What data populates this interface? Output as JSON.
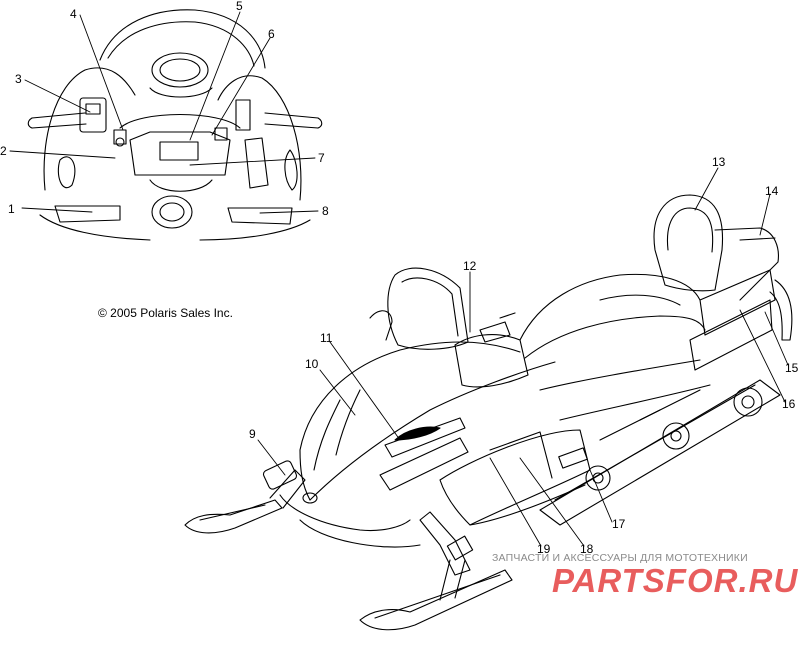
{
  "callouts": [
    "1",
    "2",
    "3",
    "4",
    "5",
    "6",
    "7",
    "8",
    "9",
    "10",
    "11",
    "12",
    "13",
    "14",
    "15",
    "16",
    "17",
    "18",
    "19"
  ],
  "copyright": "© 2005 Polaris Sales Inc.",
  "watermark": {
    "subtitle": "ЗАПЧАСТИ И АКСЕССУАРЫ ДЛЯ МОТОТЕХНИКИ",
    "logo": "PARTSFOR.RU",
    "logo_color": "#e43a3a"
  },
  "colors": {
    "line": "#000000",
    "background": "#ffffff",
    "watermark_gray": "#8a8a8a"
  }
}
